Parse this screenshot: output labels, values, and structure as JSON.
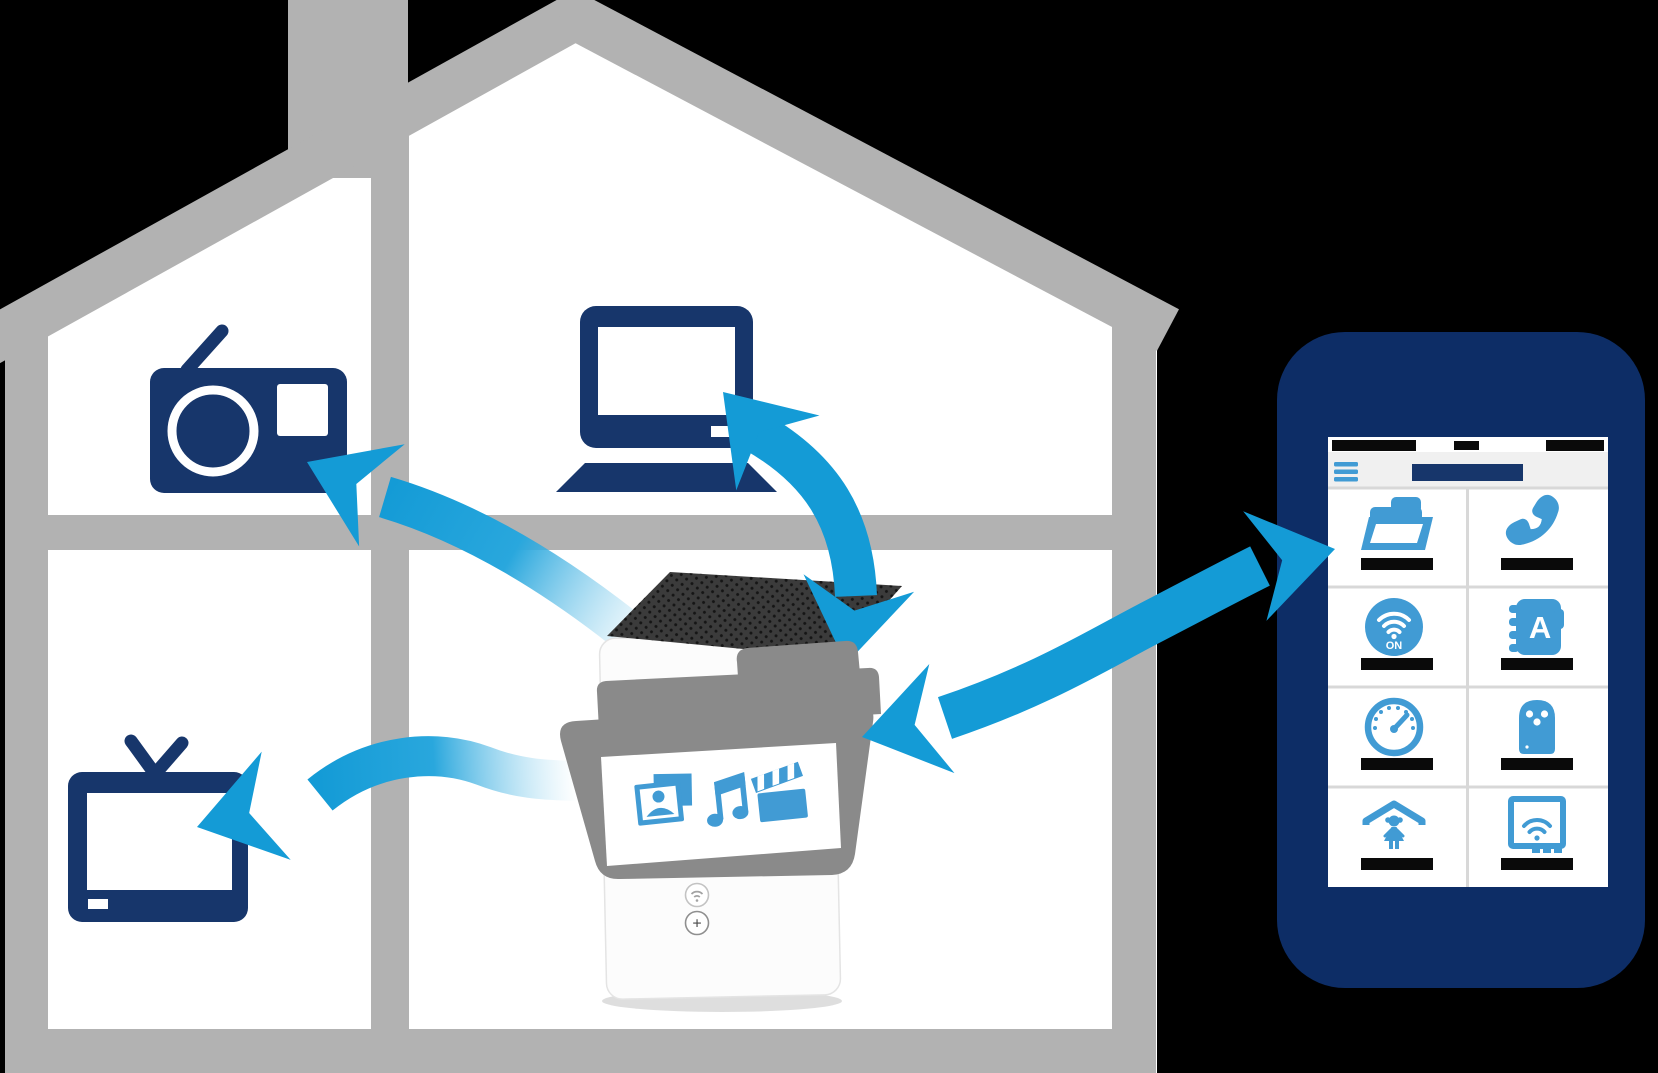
{
  "colors": {
    "arrow_blue": "#149bd6",
    "device_navy": "#17366b",
    "phone_navy": "#0d2d66",
    "app_blue": "#419bd4",
    "house_gray": "#b2b2b2",
    "folder_gray": "#8a8a8a",
    "slab_dark": "#3b3b3b"
  },
  "house": {
    "structure": [
      "chimney",
      "roof",
      "left-wall",
      "right-wall",
      "center-wall",
      "floor-divider",
      "ground-floor"
    ],
    "rooms": [
      {
        "position": "top-left",
        "device": "radio-icon"
      },
      {
        "position": "top-right",
        "device": "computer-icon"
      },
      {
        "position": "bottom-left",
        "device": "tv-icon"
      },
      {
        "position": "bottom-right",
        "device": "media-hub"
      }
    ]
  },
  "hub": {
    "parts": [
      "white-box",
      "perforated-top",
      "open-folder",
      "media-panel"
    ],
    "media_icons": [
      "photo-icon",
      "music-icon",
      "movie-icon"
    ],
    "buttons": [
      {
        "icon": "wifi-icon",
        "text": ""
      },
      {
        "icon": "plus-icon",
        "text": "+"
      }
    ]
  },
  "connections": [
    {
      "from": "hub",
      "to": "radio",
      "type": "one-way"
    },
    {
      "from": "hub",
      "to": "tv",
      "type": "one-way"
    },
    {
      "from": "hub",
      "to": "computer",
      "type": "two-way"
    },
    {
      "from": "hub",
      "to": "smartphone",
      "type": "two-way"
    }
  ],
  "phone": {
    "status_icons": [
      "bar",
      "bar",
      "bar"
    ],
    "menu_icon": "hamburger-icon",
    "title_style": "redacted-navy-bar",
    "app_grid": {
      "labels_redacted": true,
      "tiles": [
        {
          "icon": "folder-open-icon",
          "text": ""
        },
        {
          "icon": "phone-handset-icon",
          "text": ""
        },
        {
          "icon": "wifi-on-icon",
          "text": "ON"
        },
        {
          "icon": "address-book-icon",
          "text": "A"
        },
        {
          "icon": "gauge-icon",
          "text": ""
        },
        {
          "icon": "power-socket-icon",
          "text": ""
        },
        {
          "icon": "home-person-icon",
          "text": ""
        },
        {
          "icon": "router-wifi-icon",
          "text": ""
        }
      ]
    }
  }
}
